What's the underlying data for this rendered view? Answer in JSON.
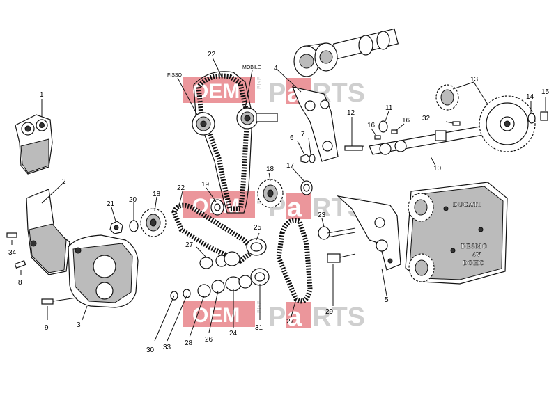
{
  "watermark": {
    "oem": "OEM",
    "bike": "BIKE",
    "parts_left": "P",
    "parts_a": "a",
    "parts_right": "RTS",
    "accent_color": "#e8848a"
  },
  "labels": {
    "fisso": "FISSO",
    "mobile": "MOBILE"
  },
  "cover_text": {
    "line1": "DUCATI",
    "line2": "DESMO",
    "line3": "4V",
    "line4": "DOHC"
  },
  "parts": [
    {
      "id": "1",
      "label": "1"
    },
    {
      "id": "2",
      "label": "2"
    },
    {
      "id": "3",
      "label": "3"
    },
    {
      "id": "4",
      "label": "4"
    },
    {
      "id": "5",
      "label": "5"
    },
    {
      "id": "6",
      "label": "6"
    },
    {
      "id": "7",
      "label": "7"
    },
    {
      "id": "8",
      "label": "8"
    },
    {
      "id": "9",
      "label": "9"
    },
    {
      "id": "10",
      "label": "10"
    },
    {
      "id": "11",
      "label": "11"
    },
    {
      "id": "12",
      "label": "12"
    },
    {
      "id": "13",
      "label": "13"
    },
    {
      "id": "14",
      "label": "14"
    },
    {
      "id": "15",
      "label": "15"
    },
    {
      "id": "16a",
      "label": "16"
    },
    {
      "id": "16b",
      "label": "16"
    },
    {
      "id": "17",
      "label": "17"
    },
    {
      "id": "18a",
      "label": "18"
    },
    {
      "id": "18b",
      "label": "18"
    },
    {
      "id": "19",
      "label": "19"
    },
    {
      "id": "20",
      "label": "20"
    },
    {
      "id": "21",
      "label": "21"
    },
    {
      "id": "22a",
      "label": "22"
    },
    {
      "id": "22b",
      "label": "22"
    },
    {
      "id": "23",
      "label": "23"
    },
    {
      "id": "24",
      "label": "24"
    },
    {
      "id": "25",
      "label": "25"
    },
    {
      "id": "26",
      "label": "26"
    },
    {
      "id": "27a",
      "label": "27"
    },
    {
      "id": "27b",
      "label": "27"
    },
    {
      "id": "28",
      "label": "28"
    },
    {
      "id": "29",
      "label": "29"
    },
    {
      "id": "30",
      "label": "30"
    },
    {
      "id": "31",
      "label": "31"
    },
    {
      "id": "32",
      "label": "32"
    },
    {
      "id": "33",
      "label": "33"
    },
    {
      "id": "34",
      "label": "34"
    }
  ]
}
